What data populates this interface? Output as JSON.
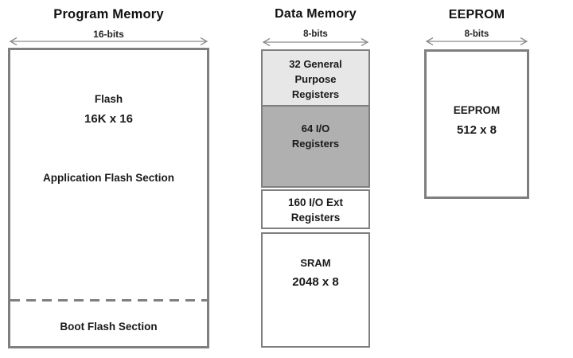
{
  "program_memory": {
    "title": "Program Memory",
    "bus_width": "16-bits",
    "flash_name": "Flash",
    "flash_size": "16K x 16",
    "application_section": "Application Flash Section",
    "boot_section": "Boot Flash Section"
  },
  "data_memory": {
    "title": "Data Memory",
    "bus_width": "8-bits",
    "general_purpose_registers": "32 General\nPurpose\nRegisters",
    "io_registers": "64 I/O\nRegisters",
    "io_ext_registers": "160 I/O Ext\nRegisters",
    "sram_name": "SRAM",
    "sram_size": "2048 x 8"
  },
  "eeprom": {
    "title": "EEPROM",
    "bus_width": "8-bits",
    "name": "EEPROM",
    "size": "512 x 8"
  },
  "colors": {
    "box_border": "#7f7f7f",
    "gpr_fill": "#e7e7e7",
    "io_fill": "#b0b0b0",
    "text": "#1a1a1a"
  }
}
